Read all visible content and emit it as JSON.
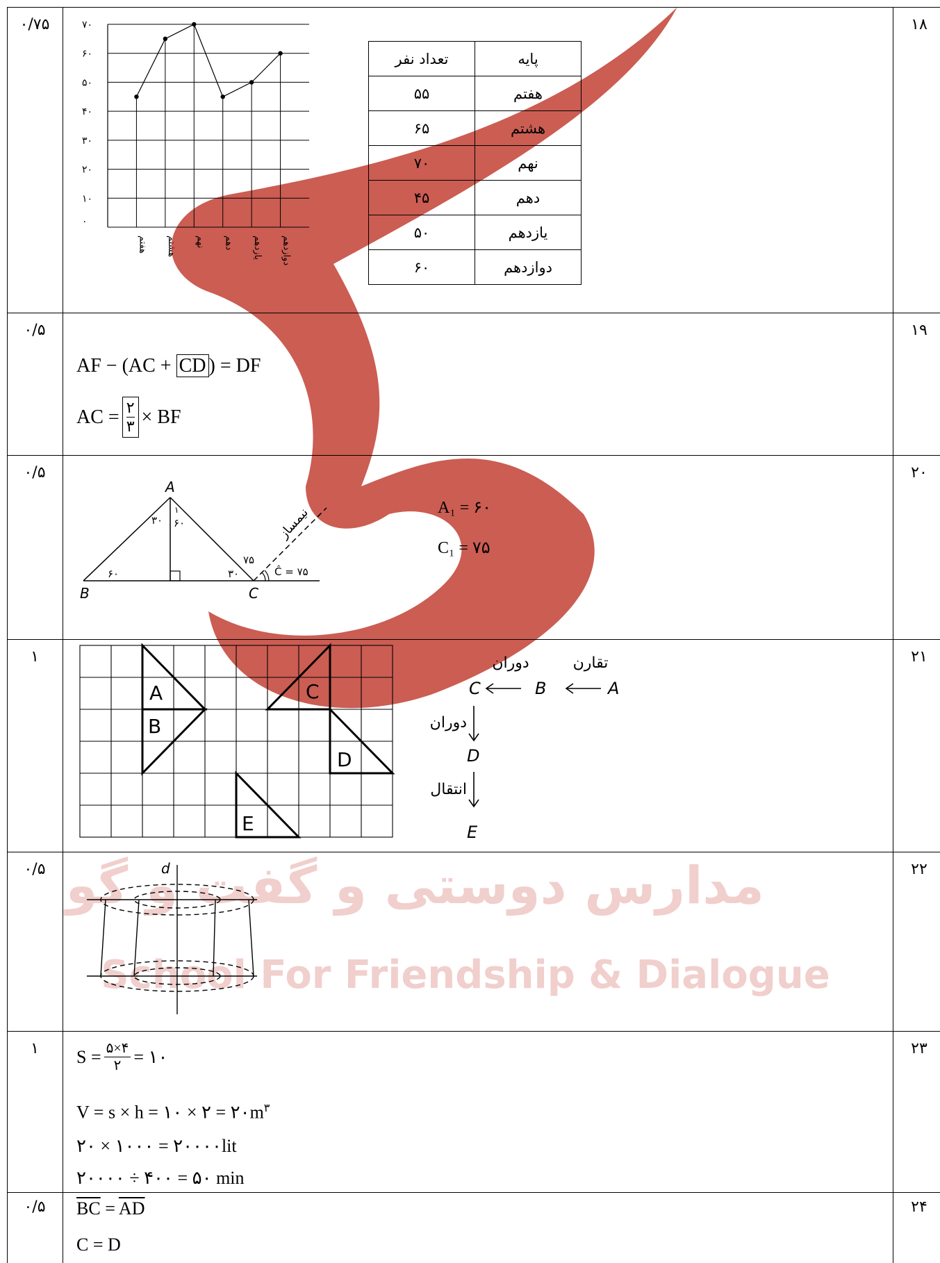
{
  "watermark": {
    "text_fa": "مدارس دوستی و گفت و گو",
    "text_en": "School For Friendship & Dialogue",
    "color": "#c0392b"
  },
  "rows": [
    {
      "number": "۱۸",
      "score": "۰/۷۵",
      "chart_data": {
        "type": "line",
        "categories": [
          "هفتم",
          "هشتم",
          "نهم",
          "دهم",
          "یازدهم",
          "دوازدهم"
        ],
        "values": [
          45,
          65,
          70,
          45,
          50,
          60
        ],
        "y_ticks": [
          "۰",
          "۱۰",
          "۲۰",
          "۳۰",
          "۴۰",
          "۵۰",
          "۶۰",
          "۷۰"
        ],
        "ylim": [
          0,
          70
        ],
        "grid": true
      },
      "table": {
        "headers": [
          "پایه",
          "تعداد نفر"
        ],
        "rows": [
          [
            "هفتم",
            "۵۵"
          ],
          [
            "هشتم",
            "۶۵"
          ],
          [
            "نهم",
            "۷۰"
          ],
          [
            "دهم",
            "۴۵"
          ],
          [
            "یازدهم",
            "۵۰"
          ],
          [
            "دوازدهم",
            "۶۰"
          ]
        ]
      }
    },
    {
      "number": "۱۹",
      "score": "۰/۵",
      "line1_a": "AF − (AC + ",
      "line1_box": "CD",
      "line1_b": ") = DF",
      "line2_a": "AC = ",
      "line2_num": "۲",
      "line2_den": "۳",
      "line2_b": "× BF"
    },
    {
      "number": "۲۰",
      "score": "۰/۵",
      "labels": {
        "A": "A",
        "B": "B",
        "C": "C",
        "bisector": "نیمساز",
        "angB": "۶۰",
        "angA_left": "۳۰",
        "angA_right": "۶۰",
        "angA_idx": "۱",
        "angC_in": "۳۰",
        "angC_out": "۷۵",
        "angC_ext": "Ĉ = ۷۵"
      },
      "eq1": "A₁ = ۶۰",
      "eq2": "C₁ = ۷۵"
    },
    {
      "number": "۲۱",
      "score": "۱",
      "shapes": [
        "A",
        "B",
        "C",
        "D",
        "E"
      ],
      "flow": {
        "A": "A",
        "B": "B",
        "C": "C",
        "D": "D",
        "E": "E",
        "t1": "تقارن",
        "t2": "دوران",
        "t3": "دوران",
        "t4": "انتقال"
      }
    },
    {
      "number": "۲۲",
      "score": "۰/۵",
      "axis_label": "d"
    },
    {
      "number": "۲۳",
      "score": "۱",
      "l1_a": "S = ",
      "l1_num": "۵×۴",
      "l1_den": "۲",
      "l1_b": " = ۱۰",
      "l2": "V = s × h = ۱۰ × ۲ = ۲۰m",
      "l2_sup": "۳",
      "l3": "۲۰ × ۱۰۰۰ = ۲۰۰۰۰lit",
      "l4": "۲۰۰۰۰ ÷ ۴۰۰ = ۵۰ min"
    },
    {
      "number": "۲۴",
      "score": "۰/۵",
      "l1_a": "BC",
      "l1_b": "AD",
      "l2": "C = D"
    }
  ]
}
